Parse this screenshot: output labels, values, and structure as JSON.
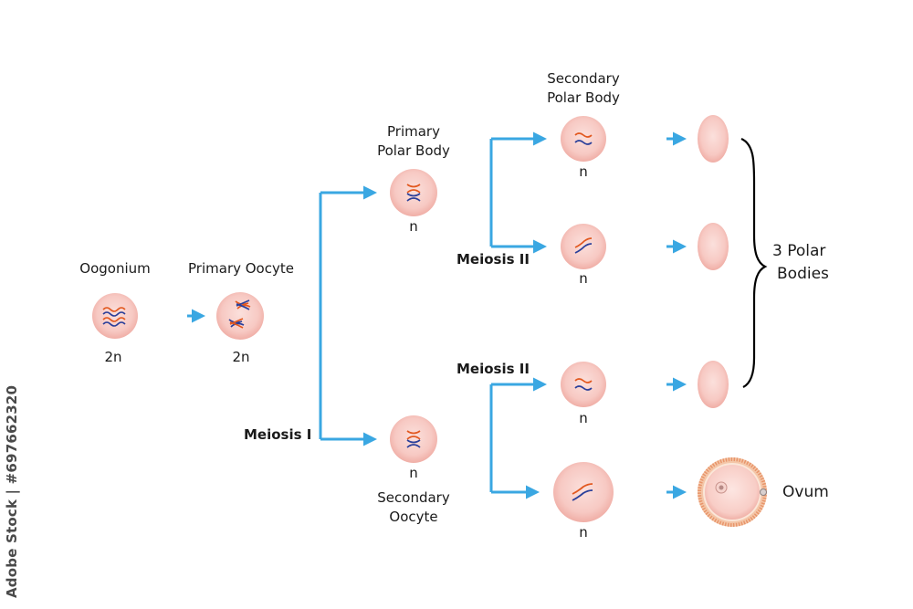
{
  "labels": {
    "oogonium": "Oogonium",
    "primary_oocyte": "Primary Oocyte",
    "primary_polar_body": [
      "Primary",
      "Polar Body"
    ],
    "secondary_polar_body": [
      "Secondary",
      "Polar Body"
    ],
    "secondary_oocyte": [
      "Secondary",
      "Oocyte"
    ],
    "meiosis_1": "Meiosis I",
    "meiosis_2": "Meiosis II",
    "polar_bodies": [
      "3 Polar",
      "Bodies"
    ],
    "ovum": "Ovum",
    "diploid": "2n",
    "haploid": "n"
  },
  "watermark": "Adobe Stock | #697662320",
  "colors": {
    "arrow": "#3aa7e2",
    "cell_fill": "#f7c9c3",
    "cell_edge": "#efaaa2",
    "chrom_red": "#e2581f",
    "chrom_blue": "#2a3f9a",
    "ovum_corona": "#e8956a",
    "brace": "#000000"
  }
}
